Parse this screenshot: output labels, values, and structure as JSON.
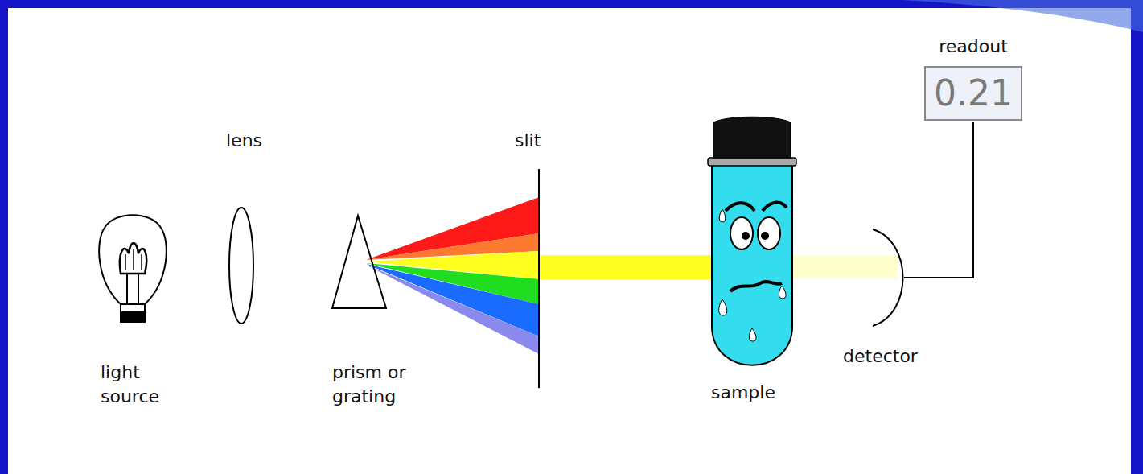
{
  "diagram": {
    "nodes": [
      {
        "text": [
          "readout",
          "0.21"
        ]
      }
    ],
    "labels": [
      "lens",
      "slit",
      "light source",
      "prism or grating",
      "sample",
      "detector"
    ]
  }
}
